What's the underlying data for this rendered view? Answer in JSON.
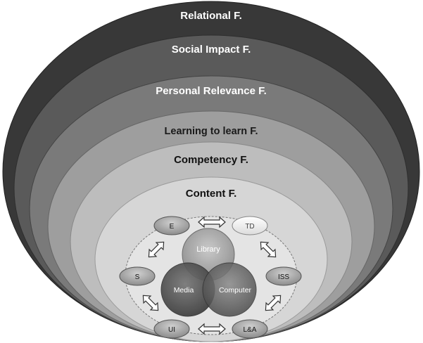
{
  "layers": [
    {
      "label": "Relational F.",
      "fill": "#383838",
      "text_color": "#ffffff"
    },
    {
      "label": "Social Impact F.",
      "fill": "#5a5a5a",
      "text_color": "#ffffff"
    },
    {
      "label": "Personal Relevance F.",
      "fill": "#7a7a7a",
      "text_color": "#ffffff"
    },
    {
      "label": "Learning to learn F.",
      "fill": "#9e9e9e",
      "text_color": "#1a1a1a"
    },
    {
      "label": "Competency F.",
      "fill": "#bdbdbd",
      "text_color": "#111111"
    },
    {
      "label": "Content F.",
      "fill": "#d6d6d6",
      "text_color": "#111111"
    }
  ],
  "nodes": {
    "e": "E",
    "td": "TD",
    "s": "S",
    "iss": "ISS",
    "ui": "UI",
    "la": "L&A"
  },
  "venn": {
    "library": "Library",
    "media": "Media",
    "computer": "Computer"
  }
}
